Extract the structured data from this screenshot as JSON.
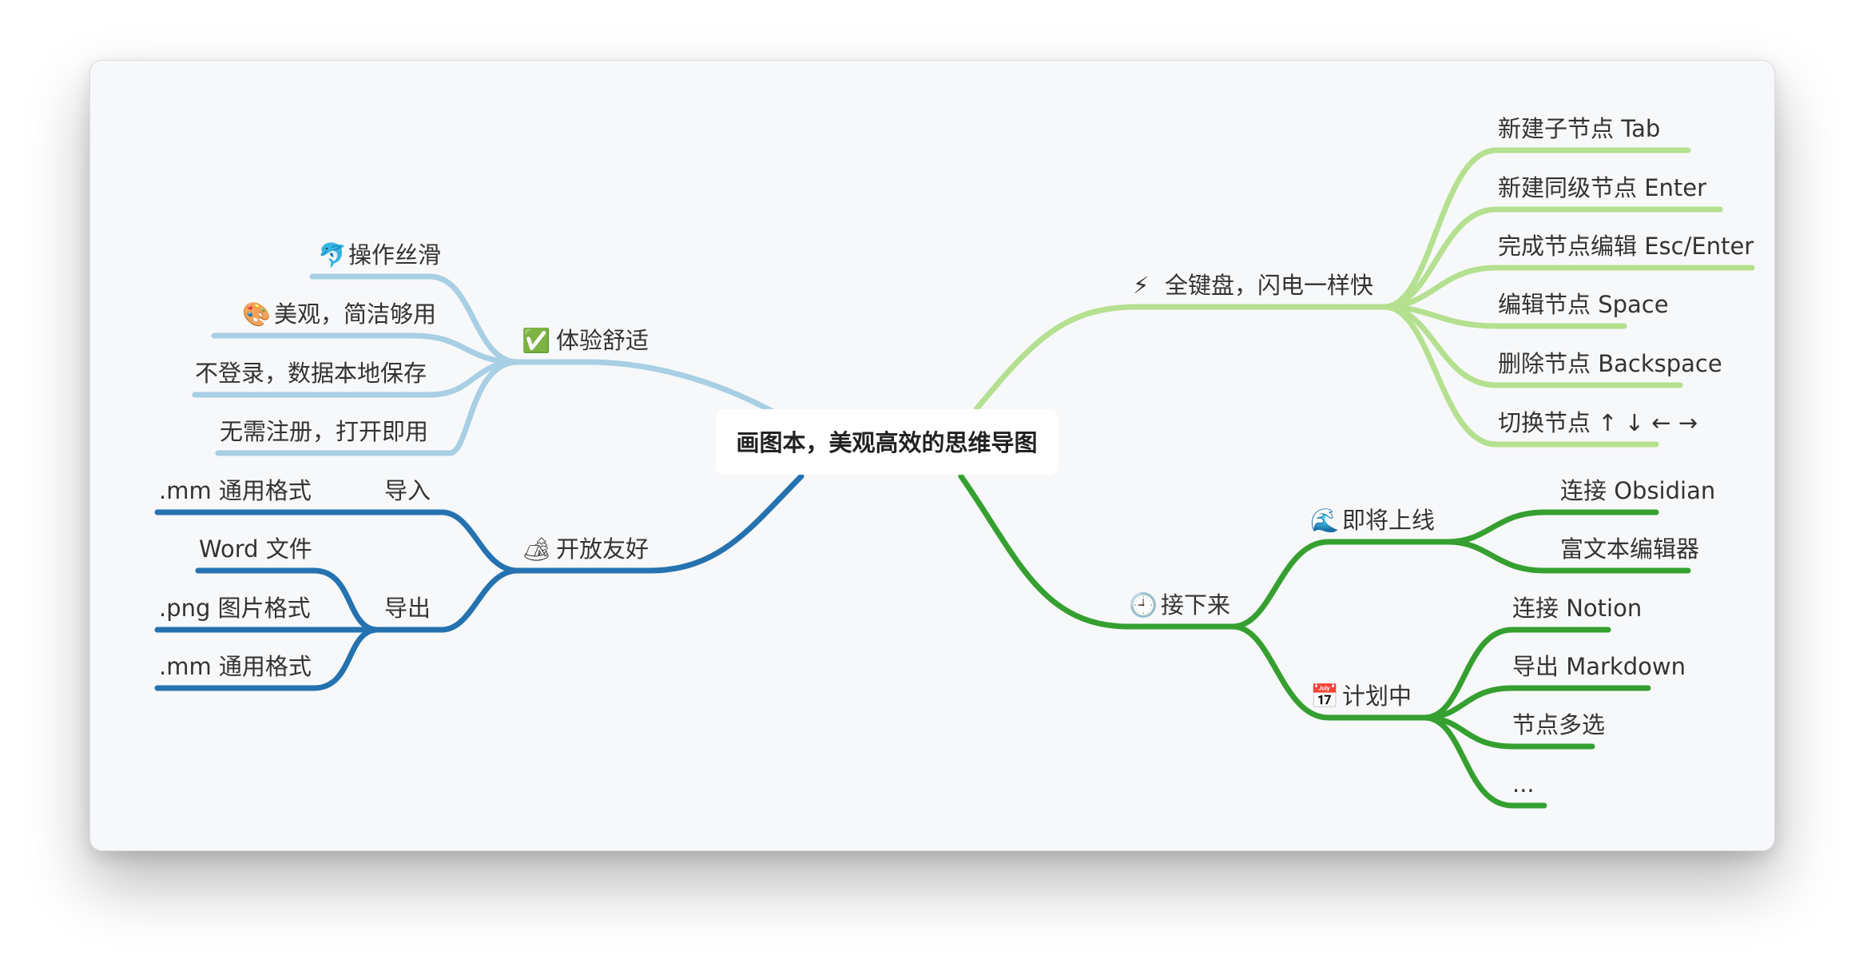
{
  "root": {
    "label": "画图本，美观高效的思维导图"
  },
  "nodes": {
    "tiyan": {
      "label": "体验舒适",
      "icon": "✅",
      "icon_name": "check-mark-icon"
    },
    "caozuo": {
      "label": "操作丝滑",
      "icon": "🐬",
      "icon_name": "dolphin-icon"
    },
    "meiguan": {
      "label": "美观，简洁够用",
      "icon": "🎨",
      "icon_name": "palette-icon"
    },
    "budenglu": {
      "label": "不登录，数据本地保存"
    },
    "wuxu": {
      "label": "无需注册，打开即用"
    },
    "kaifang": {
      "label": "开放友好",
      "icon": "🏕",
      "icon_name": "camping-tent-icon"
    },
    "daoru": {
      "label": "导入"
    },
    "daoru_mm": {
      "label": ".mm 通用格式"
    },
    "daochu": {
      "label": "导出"
    },
    "word": {
      "label": "Word 文件"
    },
    "png": {
      "label": ".png 图片格式"
    },
    "daochu_mm": {
      "label": ".mm 通用格式"
    },
    "jianpan": {
      "label": "全键盘，闪电一样快",
      "icon": "⚡",
      "icon_name": "lightning-icon"
    },
    "zi": {
      "label": "新建子节点 Tab"
    },
    "tongji": {
      "label": "新建同级节点 Enter"
    },
    "wancheng": {
      "label": "完成节点编辑 Esc/Enter"
    },
    "bianji": {
      "label": "编辑节点 Space"
    },
    "shanchu": {
      "label": "删除节点 Backspace"
    },
    "qiehuan": {
      "label": "切换节点 ↑ ↓ ← →"
    },
    "jiexialai": {
      "label": "接下来",
      "icon": "🕘",
      "icon_name": "clock-icon"
    },
    "jijiang": {
      "label": "即将上线",
      "icon": "🌊",
      "icon_name": "wave-icon"
    },
    "obsidian": {
      "label": "连接 Obsidian"
    },
    "fuwenben": {
      "label": "富文本编辑器"
    },
    "jihua": {
      "label": "计划中",
      "icon": "📅",
      "icon_name": "calendar-icon"
    },
    "notion": {
      "label": "连接 Notion"
    },
    "markdown": {
      "label": "导出 Markdown"
    },
    "duoxuan": {
      "label": "节点多选"
    },
    "more": {
      "label": "..."
    }
  },
  "colors": {
    "branch_experience": "#a8cfe4",
    "branch_open": "#2472b0",
    "branch_keyboard": "#b4e08f",
    "branch_next": "#35a030",
    "text": "#333333",
    "card_background": "#f7f8fa"
  }
}
